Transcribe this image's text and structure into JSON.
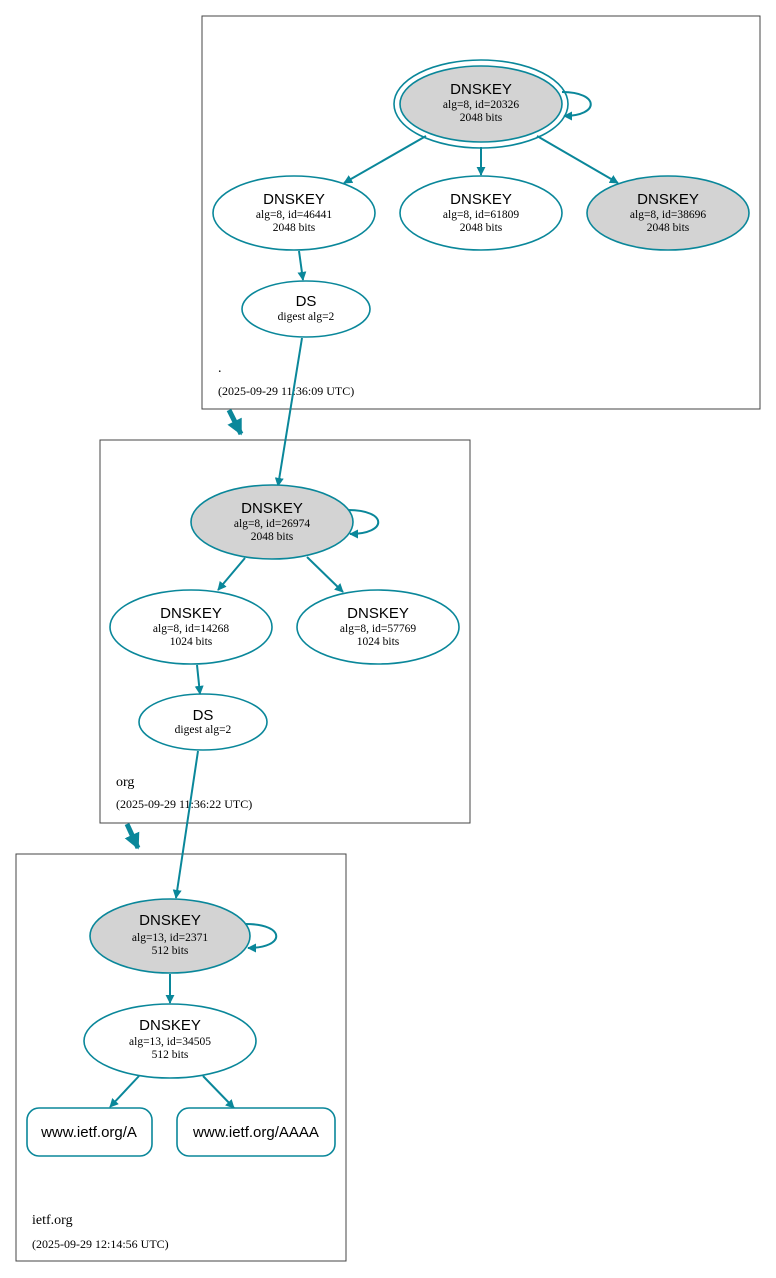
{
  "colors": {
    "accent": "#0a879a",
    "fill_gray": "#d3d3d3",
    "box_border": "#444444"
  },
  "zones": [
    {
      "name": ".",
      "timestamp": "(2025-09-29 11:36:09 UTC)"
    },
    {
      "name": "org",
      "timestamp": "(2025-09-29 11:36:22 UTC)"
    },
    {
      "name": "ietf.org",
      "timestamp": "(2025-09-29 12:14:56 UTC)"
    }
  ],
  "nodes": {
    "root_ksk": {
      "title": "DNSKEY",
      "line1": "alg=8, id=20326",
      "line2": "2048 bits"
    },
    "root_46441": {
      "title": "DNSKEY",
      "line1": "alg=8, id=46441",
      "line2": "2048 bits"
    },
    "root_61809": {
      "title": "DNSKEY",
      "line1": "alg=8, id=61809",
      "line2": "2048 bits"
    },
    "root_38696": {
      "title": "DNSKEY",
      "line1": "alg=8, id=38696",
      "line2": "2048 bits"
    },
    "root_ds": {
      "title": "DS",
      "line1": "digest alg=2"
    },
    "org_ksk": {
      "title": "DNSKEY",
      "line1": "alg=8, id=26974",
      "line2": "2048 bits"
    },
    "org_14268": {
      "title": "DNSKEY",
      "line1": "alg=8, id=14268",
      "line2": "1024 bits"
    },
    "org_57769": {
      "title": "DNSKEY",
      "line1": "alg=8, id=57769",
      "line2": "1024 bits"
    },
    "org_ds": {
      "title": "DS",
      "line1": "digest alg=2"
    },
    "ietf_ksk": {
      "title": "DNSKEY",
      "line1": "alg=13, id=2371",
      "line2": "512 bits"
    },
    "ietf_34505": {
      "title": "DNSKEY",
      "line1": "alg=13, id=34505",
      "line2": "512 bits"
    },
    "rr_a": {
      "label": "www.ietf.org/A"
    },
    "rr_aaaa": {
      "label": "www.ietf.org/AAAA"
    }
  }
}
